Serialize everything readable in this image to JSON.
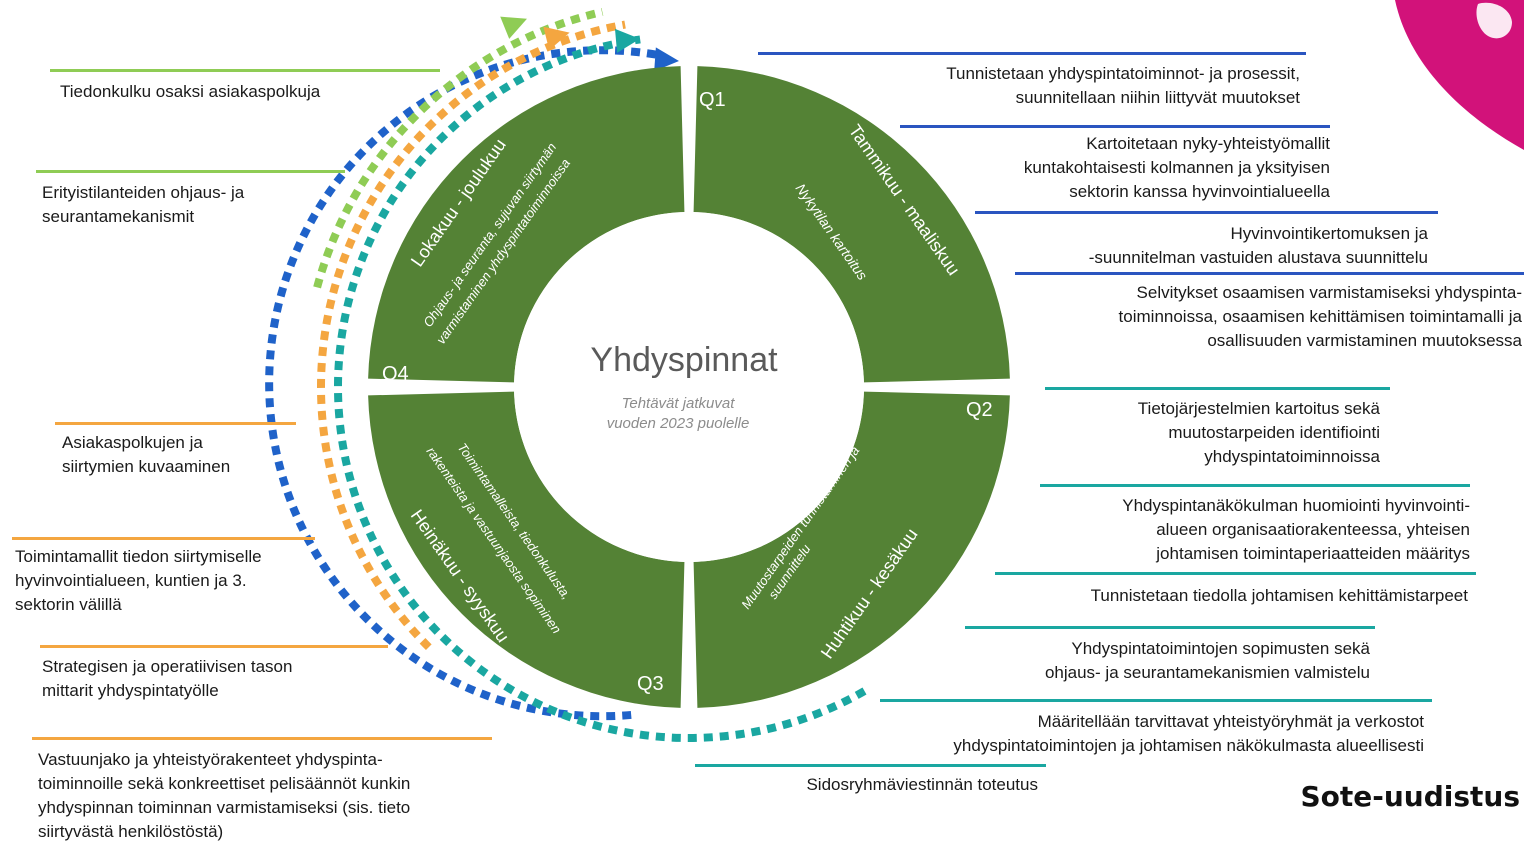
{
  "colors": {
    "wheel_green": "#548235",
    "blue": "#2a55c0",
    "teal": "#1aa7a1",
    "orange": "#f4a640",
    "light_green": "#8fcc55",
    "q1_blue": "#1f62c9",
    "brand_magenta": "#d2127a"
  },
  "center": {
    "title": "Yhdyspinnat",
    "subtitle_line1": "Tehtävät jatkuvat",
    "subtitle_line2": "vuoden 2023 puolelle"
  },
  "quarters": [
    {
      "label": "Q1",
      "period": "Tammikuu - maaliskuu",
      "theme": "Nykytilan kartoitus"
    },
    {
      "label": "Q2",
      "period": "Huhtikuu - kesäkuu",
      "theme_line1": "Muutostarpeiden tunnistaminen ja",
      "theme_line2": "suunnittelu"
    },
    {
      "label": "Q3",
      "period": "Heinäkuu - syyskuu",
      "theme_line1": "Toimintamalleista, tiedonkulusta,",
      "theme_line2": "rakenteista ja vastuunjaosta sopiminen"
    },
    {
      "label": "Q4",
      "period": "Lokakuu - joulukuu",
      "theme_line1": "Ohjaus- ja seuranta, sujuvan siirtymän",
      "theme_line2": "varmistaminen yhdyspintatoiminnoissa"
    }
  ],
  "right_items": [
    {
      "lines": [
        "Tunnistetaan yhdyspintatoiminnot- ja prosessit,",
        "suunnitellaan niihin liittyvät muutokset"
      ],
      "color": "#2a55c0"
    },
    {
      "lines": [
        "Kartoitetaan nyky-yhteistyömallit",
        "kuntakohtaisesti kolmannen ja yksityisen",
        "sektorin kanssa hyvinvointialueella"
      ],
      "color": "#2a55c0"
    },
    {
      "lines": [
        "Hyvinvointikertomuksen ja",
        "-suunnitelman vastuiden alustava suunnittelu"
      ],
      "color": "#2a55c0"
    },
    {
      "lines": [
        "Selvitykset osaamisen varmistamiseksi yhdyspinta-",
        "toiminnoissa, osaamisen kehittämisen toimintamalli ja",
        "osallisuuden varmistaminen muutoksessa"
      ],
      "color": "#2a55c0"
    },
    {
      "lines": [
        "Tietojärjestelmien kartoitus sekä",
        "muutostarpeiden identifiointi",
        "yhdyspintatoiminnoissa"
      ],
      "color": "#1aa7a1"
    },
    {
      "lines": [
        "Yhdyspintanäkökulman huomiointi hyvinvointi-",
        "alueen organisaatiorakenteessa, yhteisen",
        "johtamisen toimintaperiaatteiden määritys"
      ],
      "color": "#1aa7a1"
    },
    {
      "lines": [
        "Tunnistetaan tiedolla johtamisen kehittämistarpeet"
      ],
      "color": "#1aa7a1"
    },
    {
      "lines": [
        "Yhdyspintatoimintojen sopimusten sekä",
        "ohjaus- ja seurantamekanismien valmistelu"
      ],
      "color": "#1aa7a1"
    },
    {
      "lines": [
        "Määritellään tarvittavat yhteistyöryhmät ja verkostot",
        "yhdyspintatoimintojen ja johtamisen näkökulmasta alueellisesti"
      ],
      "color": "#1aa7a1"
    },
    {
      "lines": [
        "Sidosryhmäviestinnän toteutus"
      ],
      "color": "#1aa7a1"
    }
  ],
  "left_items": [
    {
      "lines": [
        "Tiedonkulku osaksi asiakaspolkuja"
      ],
      "color": "#8fcc55"
    },
    {
      "lines": [
        "Erityistilanteiden ohjaus- ja",
        "seurantamekanismit"
      ],
      "color": "#8fcc55"
    },
    {
      "lines": [
        "Asiakaspolkujen ja",
        "siirtymien kuvaaminen"
      ],
      "color": "#f4a640"
    },
    {
      "lines": [
        "Toimintamallit tiedon siirtymiselle",
        "hyvinvointialueen, kuntien ja 3.",
        "sektorin välillä"
      ],
      "color": "#f4a640"
    },
    {
      "lines": [
        "Strategisen ja operatiivisen tason",
        "mittarit yhdyspintatyölle"
      ],
      "color": "#f4a640"
    },
    {
      "lines": [
        "Vastuunjako ja yhteistyörakenteet yhdyspinta-",
        "toiminnoille sekä konkreettiset pelisäännöt kunkin",
        "yhdyspinnan toiminnan varmistamiseksi (sis. tieto",
        "siirtyvästä henkilöstöstä)"
      ],
      "color": "#f4a640"
    }
  ],
  "brand": "Sote-uudistus"
}
